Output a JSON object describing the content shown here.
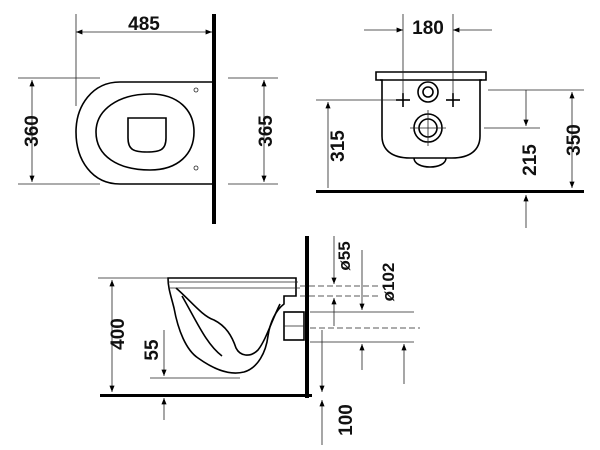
{
  "dimensions": {
    "top_width": "485",
    "top_depth_left": "360",
    "top_depth_right": "365",
    "front_width": "180",
    "front_height_left": "315",
    "front_height_mid": "215",
    "front_height_right": "350",
    "side_height": "400",
    "side_inner": "55",
    "side_diam_small": "ø55",
    "side_diam_large": "ø102",
    "side_floor": "100"
  }
}
